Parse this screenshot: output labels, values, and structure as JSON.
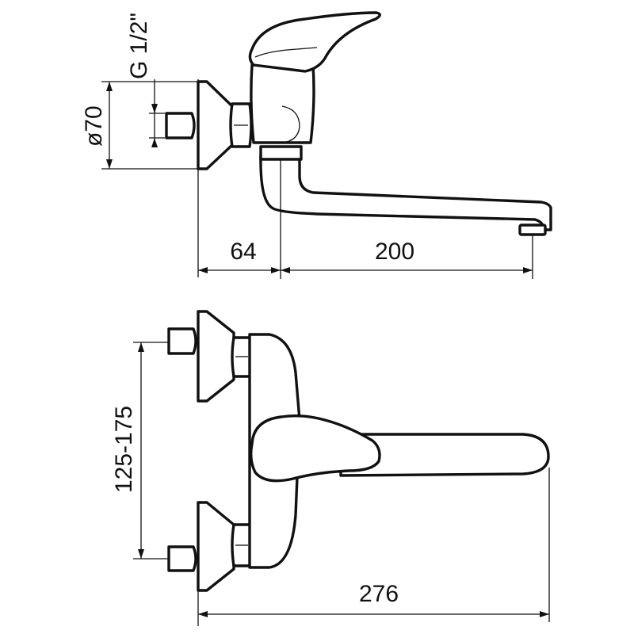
{
  "dimensions": {
    "thread": "G 1/2\"",
    "flange_diameter": "ø70",
    "wall_to_body": "64",
    "spout_reach": "200",
    "inlet_spacing": "125-175",
    "total_length": "276"
  },
  "colors": {
    "line": "#111111",
    "background": "#ffffff"
  }
}
